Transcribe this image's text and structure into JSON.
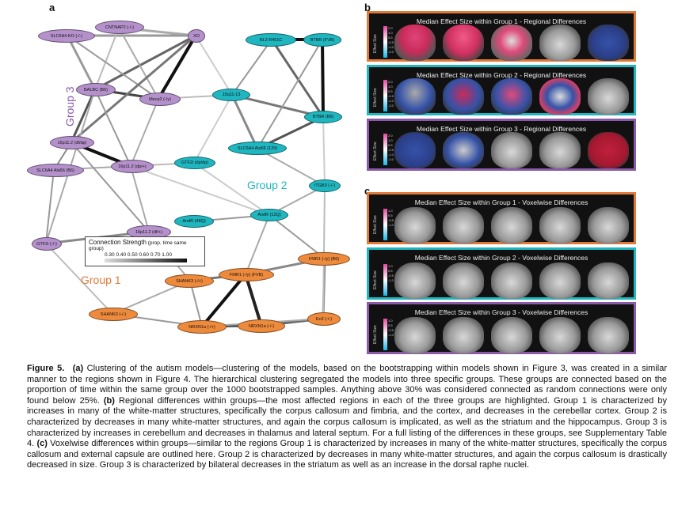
{
  "letters": {
    "a": "a",
    "b": "b",
    "c": "c"
  },
  "groups": {
    "g1": "Group 1",
    "g2": "Group 2",
    "g3": "Group 3"
  },
  "legend": {
    "title": "Connection Strength",
    "subtitle": "(prop. time same group)",
    "ticks": "0.30 0.40 0.50 0.60 0.70 1.00"
  },
  "nodes": {
    "cntnap2": "CNTNAP2 (-/-)",
    "slc6a4ko": "SLC6A4 KO (-/-)",
    "xo": "XO",
    "balbc": "BALBC (B6)",
    "mecp2": "Mecp2 (-/y)",
    "p16a": "16p11.2 (df/dp)",
    "p16b": "16p11.2 (dp/+)",
    "slc6a4ala": "SLC6A4 Ala56 (B6)",
    "gtf2i": "GTF2i (-/-)",
    "p16c": "16p11.2 (df/+)",
    "nl3": "NL3 R451C",
    "btbrfvb": "BTBR (FVB)",
    "q15": "15q11-13",
    "btbrb6": "BTBR (B6)",
    "slc6a4ala129": "SLC6A4 Ala56 (129)",
    "gtf2ip": "GTF2i (dp/dp)",
    "itgb3": "ITGB3 (-/-)",
    "andr48": "AndR (48Q)",
    "andr12": "AndR (12Q)",
    "fmr1b6": "FMR1 (-/y) (B6)",
    "fmr1fvb": "FMR1 (-/y) (FVB)",
    "shank3a": "SHANK3 (-/+)",
    "shank3b": "SHANK3 (-/-)",
    "nrxn1a": "NRXN1a (-/+)",
    "nrxn1b": "NRXN1a (-/-)",
    "en2": "En2 (-/-)"
  },
  "panels_b": [
    {
      "title": "Median Effect Size within Group 1 - Regional Differences",
      "border": "#e07a3a"
    },
    {
      "title": "Median Effect Size within Group 2 - Regional Differences",
      "border": "#1fb6c0"
    },
    {
      "title": "Median Effect Size within Group 3 - Regional Differences",
      "border": "#8a5aa8"
    }
  ],
  "panels_c": [
    {
      "title": "Median Effect Size within Group 1 - Voxelwise Differences",
      "border": "#e07a3a"
    },
    {
      "title": "Median Effect Size within Group 2 - Voxelwise Differences",
      "border": "#1fb6c0"
    },
    {
      "title": "Median Effect Size within Group 3 - Voxelwise Differences",
      "border": "#8a5aa8"
    }
  ],
  "colorbar": {
    "label": "Effect Size",
    "ticks_b": [
      "2.0",
      "1.0",
      "0.5",
      "-0.5",
      "-1.0",
      "-2.0"
    ],
    "ticks_c": [
      "1.0",
      "0.5",
      "-0.5",
      "-1.0"
    ]
  },
  "caption": {
    "label": "Figure 5.",
    "a_label": "(a)",
    "a_text": " Clustering of the autism models—clustering of the models, based on the bootstrapping within models shown in Figure 3, was created in a similar manner to the regions shown in Figure 4. The hierarchical clustering segregated the models into three specific groups. These groups are connected based on the proportion of time within the same group over the 1000 bootstrapped samples. Anything above 30% was considered connected as random connections were only found below 25%. ",
    "b_label": "(b)",
    "b_text": " Regional differences within groups—the most affected regions in each of the three groups are highlighted. Group 1 is characterized by increases in many of the white-matter structures, specifically the corpus callosum and fimbria, and the cortex, and decreases in the cerebellar cortex. Group 2 is characterized by decreases in many white-matter structures, and again the corpus callosum is implicated, as well as the striatum and the hippocampus. Group 3 is characterized by increases in cerebellum and decreases in thalamus and lateral septum. For a full listing of the differences in these groups, see Supplementary Table 4. ",
    "c_label": "(c)",
    "c_text": " Voxelwise differences within groups—similar to the regions Group 1 is characterized by increases in many of the white-matter structures, specifically the corpus callosum and external capsule are outlined here. Group 2 is characterized by decreases in many white-matter structures, and again the corpus callosum is drastically decreased in size. Group 3 is characterized by bilateral decreases in the striatum as well as an increase in the dorsal raphe nuclei."
  }
}
